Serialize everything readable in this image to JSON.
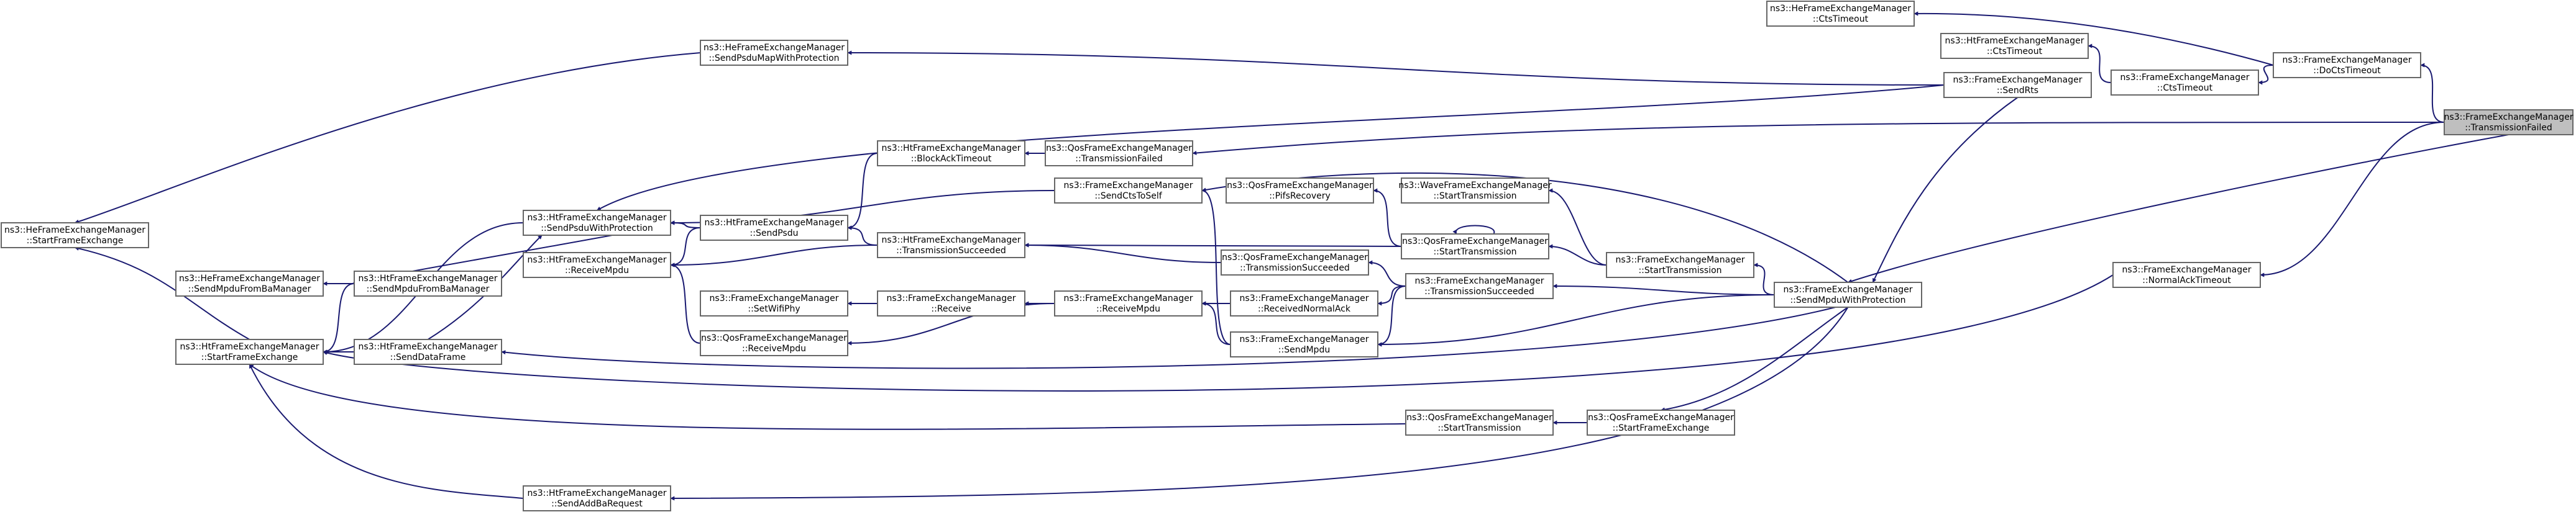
{
  "diagram": {
    "type": "doxygen-caller-graph",
    "colors": {
      "edge": "#191970",
      "node_border": "#666666",
      "node_fill": "#ffffff",
      "highlight_fill": "#bfbfbf"
    },
    "nodes": [
      {
        "id": "n0",
        "line1": "ns3::HeFrameExchangeManager",
        "line2": "::StartFrameExchange"
      },
      {
        "id": "n1",
        "line1": "ns3::HeFrameExchangeManager",
        "line2": "::SendMpduFromBaManager"
      },
      {
        "id": "n2",
        "line1": "ns3::HtFrameExchangeManager",
        "line2": "::StartFrameExchange"
      },
      {
        "id": "n3",
        "line1": "ns3::HtFrameExchangeManager",
        "line2": "::SendPsduWithProtection"
      },
      {
        "id": "n4",
        "line1": "ns3::HtFrameExchangeManager",
        "line2": "::ReceiveMpdu"
      },
      {
        "id": "n5",
        "line1": "ns3::HtFrameExchangeManager",
        "line2": "::SendMpduFromBaManager"
      },
      {
        "id": "n6",
        "line1": "ns3::HtFrameExchangeManager",
        "line2": "::SendDataFrame"
      },
      {
        "id": "n7",
        "line1": "ns3::HtFrameExchangeManager",
        "line2": "::SendAddBaRequest"
      },
      {
        "id": "n8",
        "line1": "ns3::HeFrameExchangeManager",
        "line2": "::SendPsduMapWithProtection"
      },
      {
        "id": "n9",
        "line1": "ns3::HtFrameExchangeManager",
        "line2": "::SendPsdu"
      },
      {
        "id": "n10",
        "line1": "ns3::FrameExchangeManager",
        "line2": "::SetWifiPhy"
      },
      {
        "id": "n11",
        "line1": "ns3::QosFrameExchangeManager",
        "line2": "::ReceiveMpdu"
      },
      {
        "id": "n12",
        "line1": "ns3::HtFrameExchangeManager",
        "line2": "::BlockAckTimeout"
      },
      {
        "id": "n13",
        "line1": "ns3::HtFrameExchangeManager",
        "line2": "::TransmissionSucceeded"
      },
      {
        "id": "n14",
        "line1": "ns3::FrameExchangeManager",
        "line2": "::Receive"
      },
      {
        "id": "n15",
        "line1": "ns3::QosFrameExchangeManager",
        "line2": "::TransmissionFailed"
      },
      {
        "id": "n16",
        "line1": "ns3::FrameExchangeManager",
        "line2": "::SendCtsToSelf"
      },
      {
        "id": "n17",
        "line1": "ns3::FrameExchangeManager",
        "line2": "::ReceiveMpdu"
      },
      {
        "id": "n18",
        "line1": "ns3::QosFrameExchangeManager",
        "line2": "::PifsRecovery"
      },
      {
        "id": "n19",
        "line1": "ns3::QosFrameExchangeManager",
        "line2": "::TransmissionSucceeded"
      },
      {
        "id": "n20",
        "line1": "ns3::FrameExchangeManager",
        "line2": "::ReceivedNormalAck"
      },
      {
        "id": "n21",
        "line1": "ns3::FrameExchangeManager",
        "line2": "::SendMpdu"
      },
      {
        "id": "n22",
        "line1": "ns3::QosFrameExchangeManager",
        "line2": "::StartTransmission"
      },
      {
        "id": "n23",
        "line1": "ns3::WaveFrameExchangeManager",
        "line2": "::StartTransmission"
      },
      {
        "id": "n24",
        "line1": "ns3::QosFrameExchangeManager",
        "line2": "::StartTransmission"
      },
      {
        "id": "n25",
        "line1": "ns3::FrameExchangeManager",
        "line2": "::TransmissionSucceeded"
      },
      {
        "id": "n26",
        "line1": "ns3::FrameExchangeManager",
        "line2": "::StartTransmission"
      },
      {
        "id": "n27",
        "line1": "ns3::QosFrameExchangeManager",
        "line2": "::StartFrameExchange"
      },
      {
        "id": "n28",
        "line1": "ns3::FrameExchangeManager",
        "line2": "::SendMpduWithProtection"
      },
      {
        "id": "n29",
        "line1": "ns3::HeFrameExchangeManager",
        "line2": "::CtsTimeout"
      },
      {
        "id": "n30",
        "line1": "ns3::HtFrameExchangeManager",
        "line2": "::CtsTimeout"
      },
      {
        "id": "n31",
        "line1": "ns3::FrameExchangeManager",
        "line2": "::SendRts"
      },
      {
        "id": "n32",
        "line1": "ns3::FrameExchangeManager",
        "line2": "::CtsTimeout"
      },
      {
        "id": "n33",
        "line1": "ns3::FrameExchangeManager",
        "line2": "::NormalAckTimeout"
      },
      {
        "id": "n34",
        "line1": "ns3::FrameExchangeManager",
        "line2": "::DoCtsTimeout"
      },
      {
        "id": "n35",
        "line1": "ns3::FrameExchangeManager",
        "line2": "::TransmissionFailed"
      }
    ],
    "edges": [
      [
        "n35",
        "n15"
      ],
      [
        "n35",
        "n34"
      ],
      [
        "n35",
        "n33"
      ],
      [
        "n35",
        "n28"
      ],
      [
        "n34",
        "n29"
      ],
      [
        "n34",
        "n32"
      ],
      [
        "n32",
        "n30"
      ],
      [
        "n33",
        "n2"
      ],
      [
        "n31",
        "n8"
      ],
      [
        "n31",
        "n3"
      ],
      [
        "n31",
        "n28"
      ],
      [
        "n28",
        "n26"
      ],
      [
        "n28",
        "n25"
      ],
      [
        "n28",
        "n21"
      ],
      [
        "n28",
        "n16"
      ],
      [
        "n28",
        "n27"
      ],
      [
        "n28",
        "n6"
      ],
      [
        "n28",
        "n7"
      ],
      [
        "n27",
        "n24"
      ],
      [
        "n27",
        "n2"
      ],
      [
        "n26",
        "n22"
      ],
      [
        "n26",
        "n23"
      ],
      [
        "n25",
        "n19"
      ],
      [
        "n25",
        "n20"
      ],
      [
        "n25",
        "n21"
      ],
      [
        "n22",
        "n22"
      ],
      [
        "n22",
        "n18"
      ],
      [
        "n22",
        "n13"
      ],
      [
        "n21",
        "n17"
      ],
      [
        "n21",
        "n16"
      ],
      [
        "n20",
        "n17"
      ],
      [
        "n19",
        "n13"
      ],
      [
        "n17",
        "n14"
      ],
      [
        "n17",
        "n11"
      ],
      [
        "n14",
        "n10"
      ],
      [
        "n11",
        "n4"
      ],
      [
        "n16",
        "n3"
      ],
      [
        "n15",
        "n12"
      ],
      [
        "n12",
        "n9"
      ],
      [
        "n13",
        "n9"
      ],
      [
        "n13",
        "n4"
      ],
      [
        "n9",
        "n3"
      ],
      [
        "n9",
        "n4"
      ],
      [
        "n8",
        "n0"
      ],
      [
        "n6",
        "n3"
      ],
      [
        "n6",
        "n2"
      ],
      [
        "n5",
        "n3"
      ],
      [
        "n5",
        "n1"
      ],
      [
        "n5",
        "n2"
      ],
      [
        "n3",
        "n2"
      ],
      [
        "n2",
        "n0"
      ],
      [
        "n7",
        "n2"
      ]
    ]
  }
}
